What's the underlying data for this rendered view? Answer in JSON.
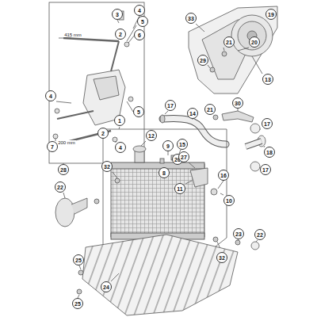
{
  "diagram": {
    "labels": [
      "3",
      "4",
      "5",
      "2",
      "415 mm",
      "6",
      "4",
      "5",
      "2",
      "200 mm",
      "4",
      "7",
      "28",
      "33",
      "19",
      "21",
      "20",
      "29",
      "13",
      "30",
      "21",
      "17",
      "14",
      "17",
      "18",
      "17",
      "1",
      "12",
      "9",
      "15",
      "26",
      "8",
      "27",
      "11",
      "16",
      "10",
      "32",
      "22",
      "23",
      "22",
      "32",
      "25",
      "24",
      "25"
    ]
  }
}
